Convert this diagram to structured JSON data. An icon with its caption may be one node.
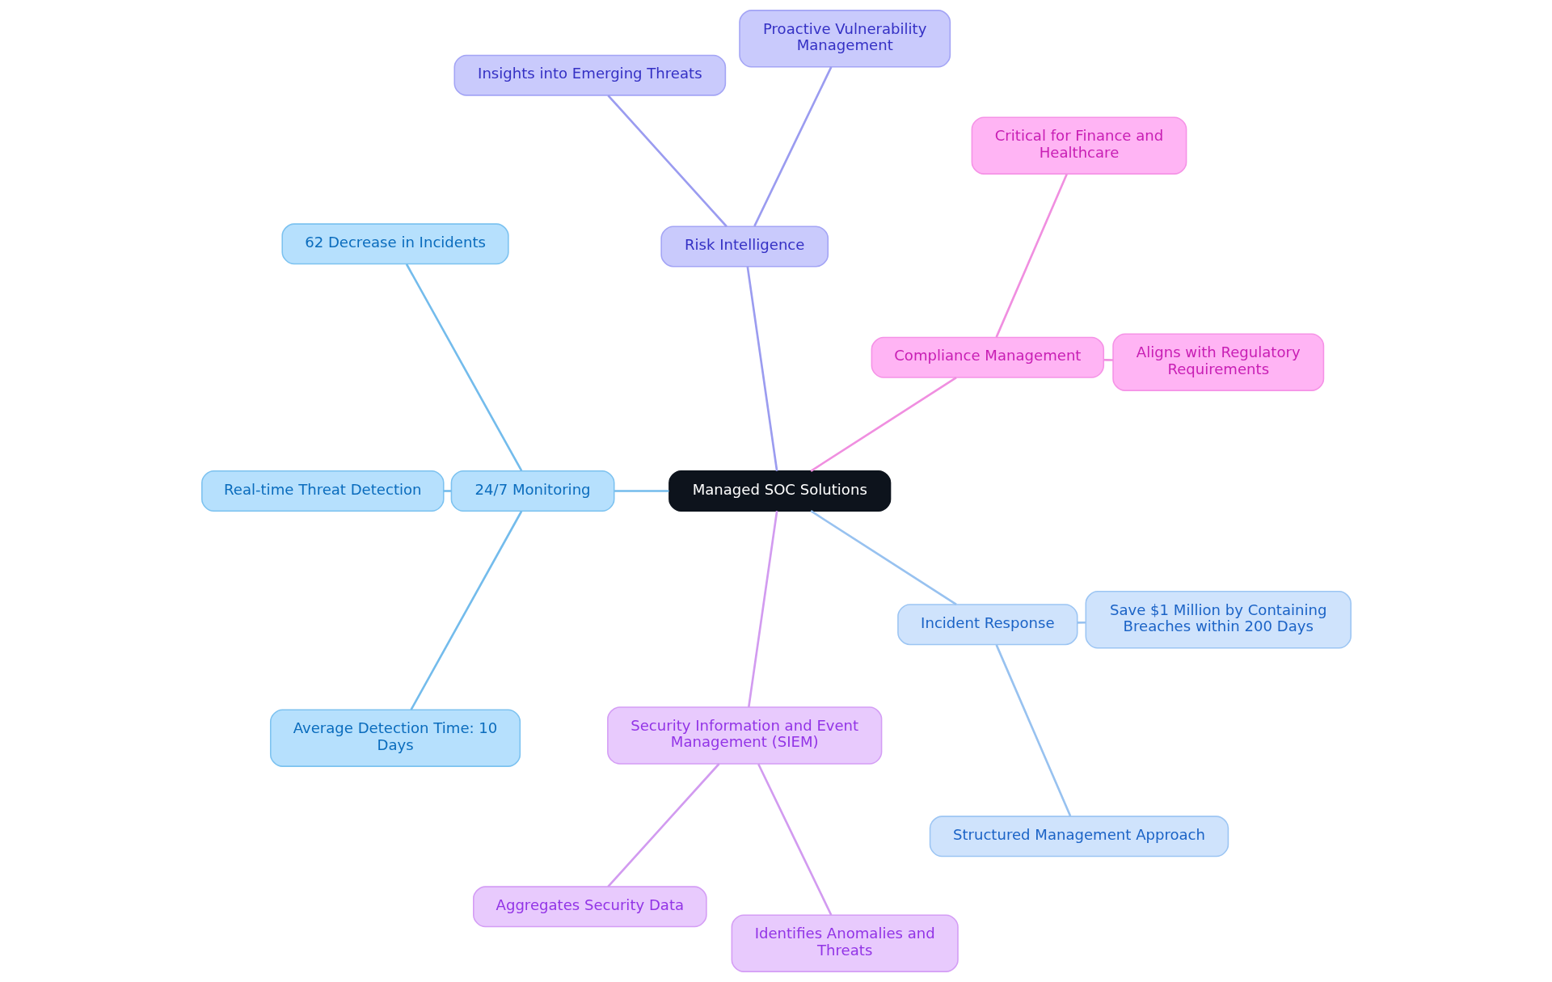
{
  "diagram": {
    "nodes": [
      {
        "text": [
          "Managed SOC Solutions"
        ]
      },
      {
        "text": [
          "Compliance Management"
        ]
      },
      {
        "text": [
          "Aligns with Regulatory Requirements"
        ]
      },
      {
        "text": [
          "Critical for Finance and Healthcare"
        ]
      },
      {
        "text": [
          "Risk Intelligence"
        ]
      },
      {
        "text": [
          "Proactive Vulnerability Management"
        ]
      },
      {
        "text": [
          "Insights into Emerging Threats"
        ]
      },
      {
        "text": [
          "24/7 Monitoring"
        ]
      },
      {
        "text": [
          "62 Decrease in Incidents"
        ]
      },
      {
        "text": [
          "Real-time Threat Detection"
        ]
      },
      {
        "text": [
          "Average Detection Time: 10 Days"
        ]
      },
      {
        "text": [
          "Security Information and Event Management (SIEM)"
        ]
      },
      {
        "text": [
          "Aggregates Security Data"
        ]
      },
      {
        "text": [
          "Identifies Anomalies and Threats"
        ]
      },
      {
        "text": [
          "Incident Response"
        ]
      },
      {
        "text": [
          "Structured Management Approach"
        ]
      },
      {
        "text": [
          "Save $1 Million by Containing Breaches within 200 Days"
        ]
      }
    ],
    "edges": [
      {
        "from": 0,
        "to": 1,
        "arrow": "none",
        "color": "#f08fe0"
      },
      {
        "from": 1,
        "to": 2,
        "arrow": "none",
        "color": "#f08fe0"
      },
      {
        "from": 1,
        "to": 3,
        "arrow": "none",
        "color": "#f08fe0"
      },
      {
        "from": 0,
        "to": 4,
        "arrow": "none",
        "color": "#9b9cf0"
      },
      {
        "from": 4,
        "to": 5,
        "arrow": "none",
        "color": "#9b9cf0"
      },
      {
        "from": 4,
        "to": 6,
        "arrow": "none",
        "color": "#9b9cf0"
      },
      {
        "from": 0,
        "to": 7,
        "arrow": "none",
        "color": "#74bcec"
      },
      {
        "from": 7,
        "to": 8,
        "arrow": "none",
        "color": "#74bcec"
      },
      {
        "from": 7,
        "to": 9,
        "arrow": "none",
        "color": "#74bcec"
      },
      {
        "from": 7,
        "to": 10,
        "arrow": "none",
        "color": "#74bcec"
      },
      {
        "from": 0,
        "to": 11,
        "arrow": "none",
        "color": "#d29bf0"
      },
      {
        "from": 11,
        "to": 12,
        "arrow": "none",
        "color": "#d29bf0"
      },
      {
        "from": 11,
        "to": 13,
        "arrow": "none",
        "color": "#d29bf0"
      },
      {
        "from": 0,
        "to": 14,
        "arrow": "none",
        "color": "#98c2f0"
      },
      {
        "from": 14,
        "to": 15,
        "arrow": "none",
        "color": "#98c2f0"
      },
      {
        "from": 14,
        "to": 16,
        "arrow": "none",
        "color": "#98c2f0"
      }
    ]
  }
}
